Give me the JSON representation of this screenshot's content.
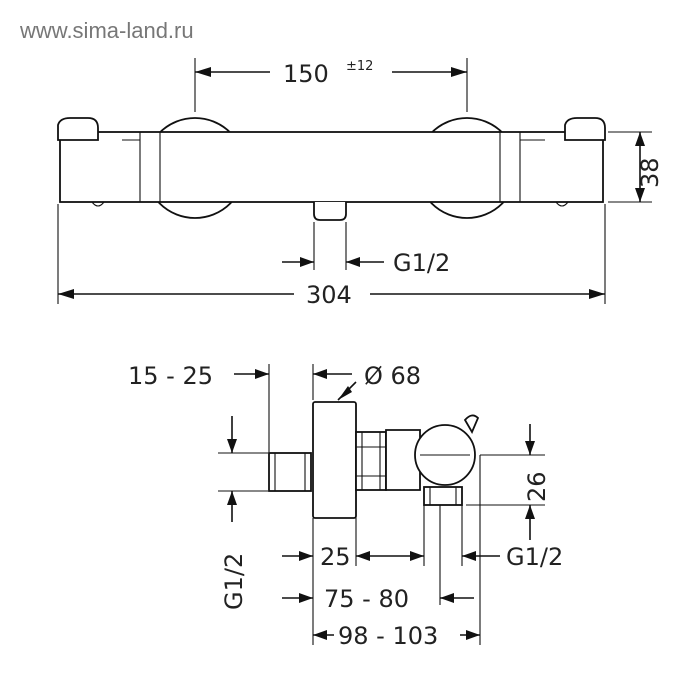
{
  "watermark": "www.sima-land.ru",
  "top_view": {
    "spacing": "150",
    "spacing_tolerance": "±12",
    "height": "38",
    "outlet_thread": "G1/2",
    "overall_width": "304"
  },
  "side_view": {
    "eccentric_offset": "15 - 25",
    "rosette_diameter": "Ø 68",
    "inlet_thread": "G1/2",
    "outlet_height": "26",
    "body_gap": "25",
    "outlet_thread": "G1/2",
    "projection": "75 - 80",
    "total_projection": "98 - 103"
  }
}
